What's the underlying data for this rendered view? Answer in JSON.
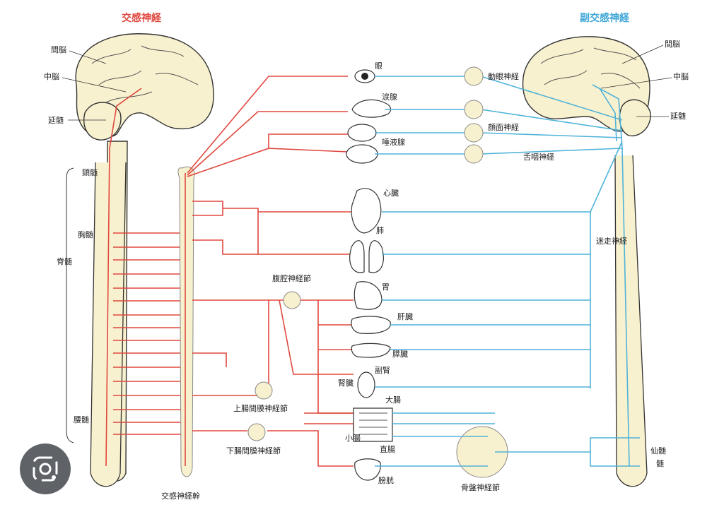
{
  "diagram": {
    "title_left": "交感神経",
    "title_right": "副交感神経",
    "left_brain": {
      "diencephalon": "間脳",
      "midbrain": "中脳",
      "medulla": "延髄"
    },
    "right_brain": {
      "diencephalon": "間脳",
      "midbrain": "中脳",
      "medulla": "延髄"
    },
    "spine": {
      "cervical": "頸髄",
      "thoracic": "胸髄",
      "spinal": "脊髄",
      "lumbar": "腰髄",
      "sacral": "仙髄"
    },
    "trunk": "交感神経幹",
    "ganglia": {
      "celiac": "腹腔神経節",
      "superior_mesenteric": "上腸間膜神経節",
      "inferior_mesenteric": "下腸間膜神経節",
      "pelvic": "骨盤神経節"
    },
    "nerves": {
      "oculomotor": "動眼神経",
      "facial": "顔面神経",
      "glossopharyngeal": "舌咽神経",
      "vagus": "迷走神経"
    },
    "organs": {
      "eye": "眼",
      "lacrimal": "涙腺",
      "salivary": "唾液腺",
      "heart": "心臓",
      "lung": "肺",
      "stomach": "胃",
      "liver": "肝臓",
      "pancreas": "膵臓",
      "adrenal": "副腎",
      "kidney": "腎臓",
      "large_intestine": "大腸",
      "small_intestine": "小腸",
      "rectum": "直腸",
      "bladder": "膀胱"
    },
    "colors": {
      "sympathetic": "#e0483f",
      "parasympathetic": "#4fb3d9",
      "tissue": "#f8f1cf"
    }
  },
  "overlay": {
    "lens_icon": "google-lens-icon"
  }
}
